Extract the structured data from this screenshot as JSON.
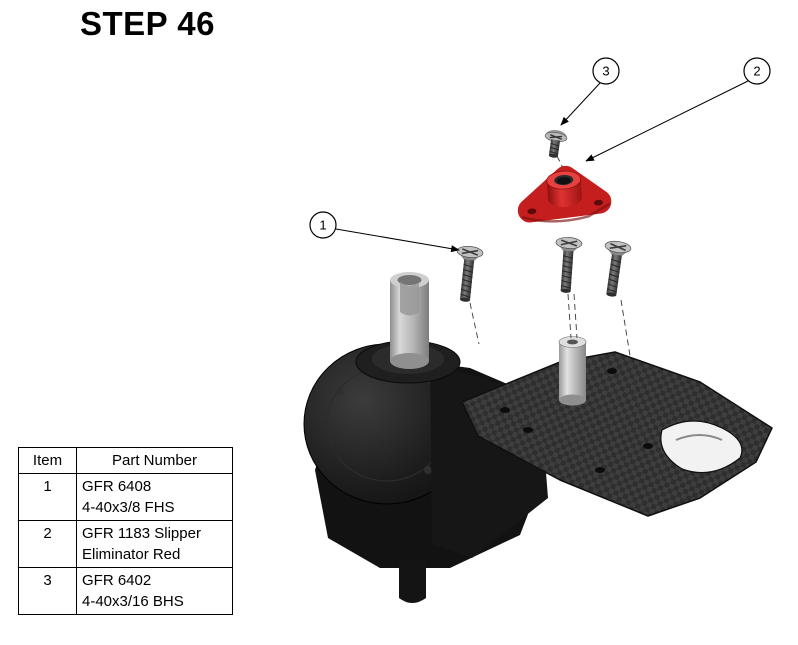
{
  "page": {
    "title": "STEP 46"
  },
  "callouts": [
    {
      "label": "1",
      "points_to": "flat head screw"
    },
    {
      "label": "2",
      "points_to": "slipper eliminator"
    },
    {
      "label": "3",
      "points_to": "button head screw"
    }
  ],
  "table": {
    "headers": [
      "Item",
      "Part Number"
    ],
    "rows": [
      {
        "item": "1",
        "part_line1": "GFR 6408",
        "part_line2": "4-40x3/8 FHS"
      },
      {
        "item": "2",
        "part_line1": "GFR 1183 Slipper",
        "part_line2": "Eliminator Red"
      },
      {
        "item": "3",
        "part_line1": "GFR 6402",
        "part_line2": "4-40x3/16 BHS"
      }
    ]
  },
  "colors": {
    "slipper_red": "#c41e1e",
    "line_black": "#000000",
    "carbon_dark": "#2e2e2e",
    "shaft_gray": "#b5b5b5"
  }
}
